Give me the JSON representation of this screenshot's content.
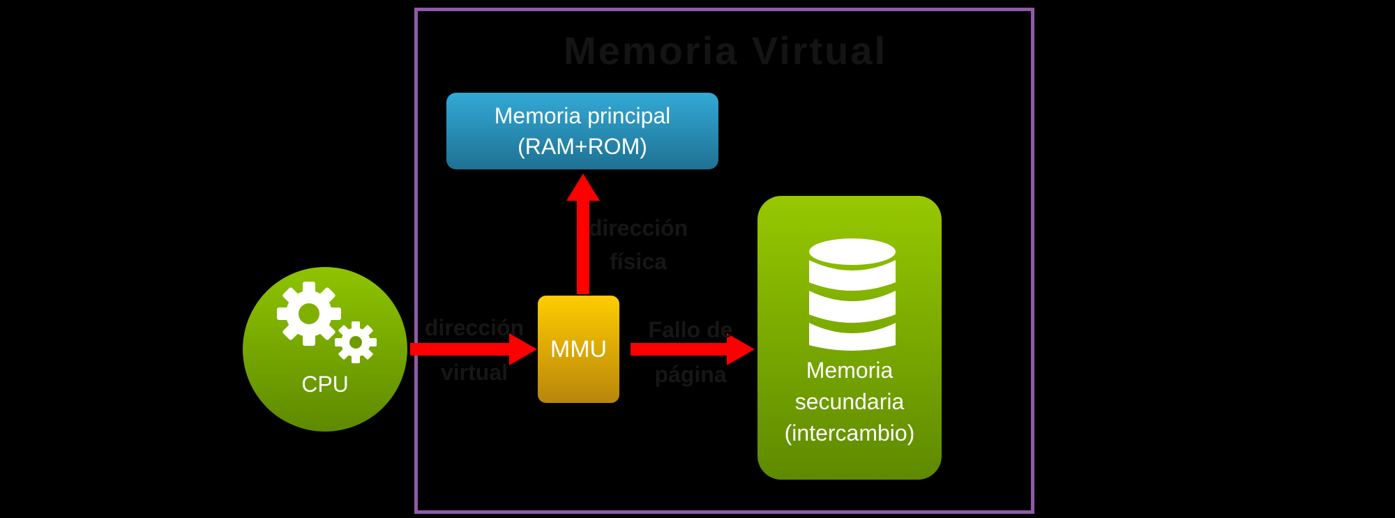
{
  "diagram": {
    "title": "Memoria Virtual",
    "nodes": {
      "cpu": {
        "label": "CPU"
      },
      "mmu": {
        "label": "MMU"
      },
      "main_memory": {
        "line1": "Memoria principal",
        "line2": "(RAM+ROM)"
      },
      "secondary_memory": {
        "line1": "Memoria",
        "line2": "secundaria",
        "line3": "(intercambio)"
      }
    },
    "edges": {
      "cpu_to_mmu": {
        "line1": "dirección",
        "line2": "virtual"
      },
      "mmu_to_ram": {
        "line1": "dirección",
        "line2": "física"
      },
      "mmu_to_secondary": {
        "line1": "Fallo de",
        "line2": "página"
      }
    },
    "colors": {
      "frame": "#8f5aa8",
      "arrow": "#ff0000",
      "green": "#7fb000",
      "blue": "#2a93bd",
      "gold": "#e6a800"
    },
    "icons": {
      "cpu": "gears-icon",
      "secondary_memory": "database-icon"
    }
  }
}
